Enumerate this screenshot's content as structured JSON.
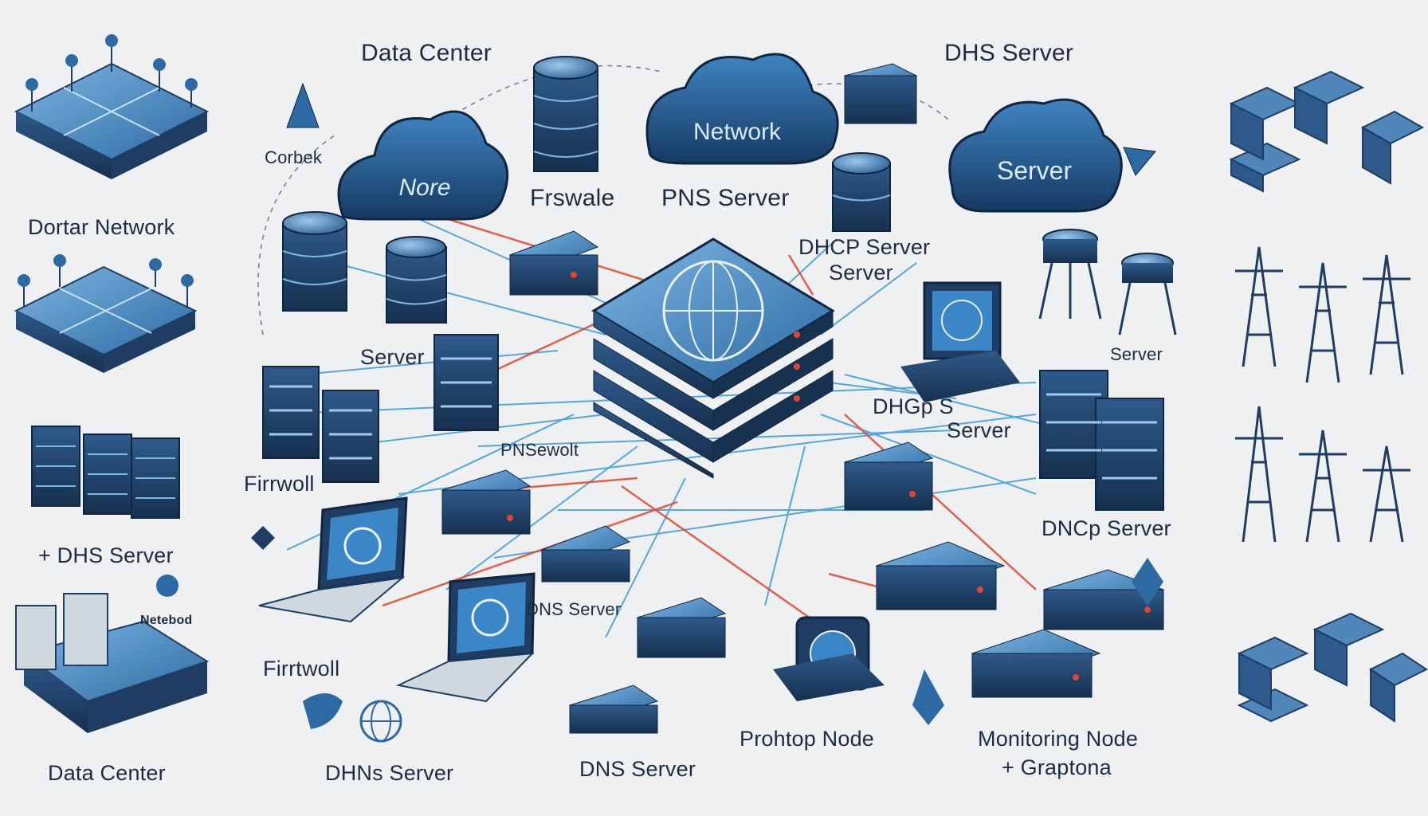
{
  "labels": {
    "data_center_top": "Data Center",
    "dhs_server_top": "DHS Server",
    "corbek": "Corbek",
    "dortar_network": "Dortar Network",
    "frswale": "Frswale",
    "pns_server_top": "PNS Server",
    "dhcp_server_server": "DHCP Server\nServer",
    "dhcp_server_line1": "DHCP Server",
    "dhcp_server_line2": "Server",
    "server_left": "Server",
    "server_right": "Server",
    "dhgp_s_server_line1": "DHGp S",
    "dhgp_s_server_line2": "Server",
    "pnsewolt": "PNSewolt",
    "firrwoll": "Firrwoll",
    "dncp_server": "DNCp Server",
    "dhs_server_left": "+ DHS Server",
    "netebod": "Netebod",
    "dns_server_mid": "DNS Server",
    "firrtwoll": "Firrtwoll",
    "data_center_bottom": "Data Center",
    "dhns_server": "DHNs Server",
    "dns_server_bottom": "DNS Server",
    "prohtop_node": "Prohtop Node",
    "monitoring_node_line1": "Monitoring Node",
    "monitoring_node_line2": "+ Graptona"
  },
  "clouds": {
    "nore": "Nore",
    "network": "Network",
    "server": "Server"
  },
  "colors": {
    "background": "#eef0f1",
    "device_dark": "#1f3d63",
    "device_mid": "#2d6aa3",
    "device_light": "#6fa7d6",
    "link_blue": "#3a9ad9",
    "link_red": "#e0452f",
    "text": "#1c2c44"
  }
}
